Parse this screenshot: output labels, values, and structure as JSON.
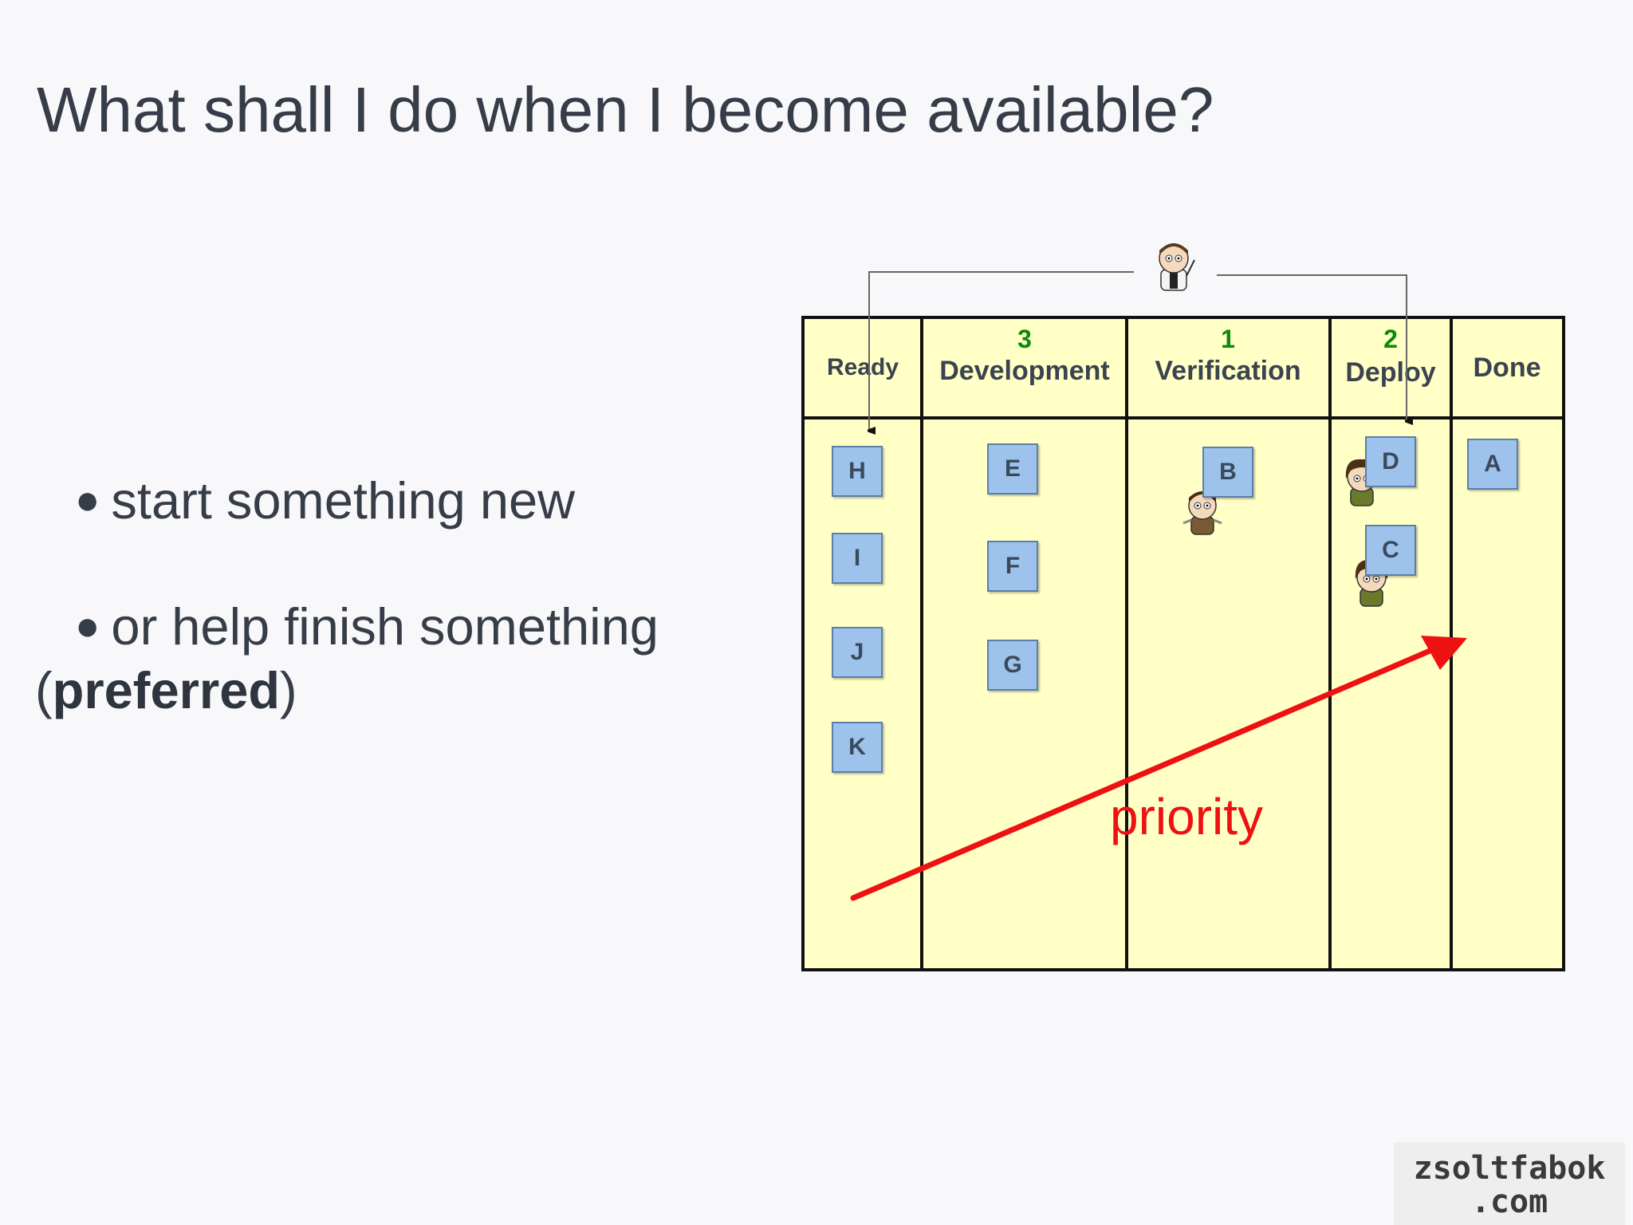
{
  "slide": {
    "title": "What shall I do when I become available?",
    "bullets": [
      {
        "dot": "●",
        "text": "start something new"
      },
      {
        "dot": "●",
        "text": "or help finish something"
      }
    ],
    "preferred": {
      "open": "(",
      "bold": "preferred",
      "close": ")"
    }
  },
  "board": {
    "columns": [
      {
        "name": "Ready",
        "limit": ""
      },
      {
        "name": "Development",
        "limit": "3"
      },
      {
        "name": "Verification",
        "limit": "1"
      },
      {
        "name": "Deploy",
        "limit": "2"
      },
      {
        "name": "Done",
        "limit": ""
      }
    ],
    "cards": {
      "ready": [
        "H",
        "I",
        "J",
        "K"
      ],
      "development": [
        "E",
        "F",
        "G"
      ],
      "verification": [
        "B"
      ],
      "deploy": [
        "D",
        "C"
      ],
      "done": [
        "A"
      ]
    },
    "arrow_label": "priority",
    "colors": {
      "board_bg": "#ffffc6",
      "card_bg": "#9dc3ec",
      "limit_text": "#0a8a0a",
      "priority_arrow": "#ee1111"
    }
  },
  "watermark": {
    "line1": "zsoltfabok",
    "line2": ".com"
  }
}
